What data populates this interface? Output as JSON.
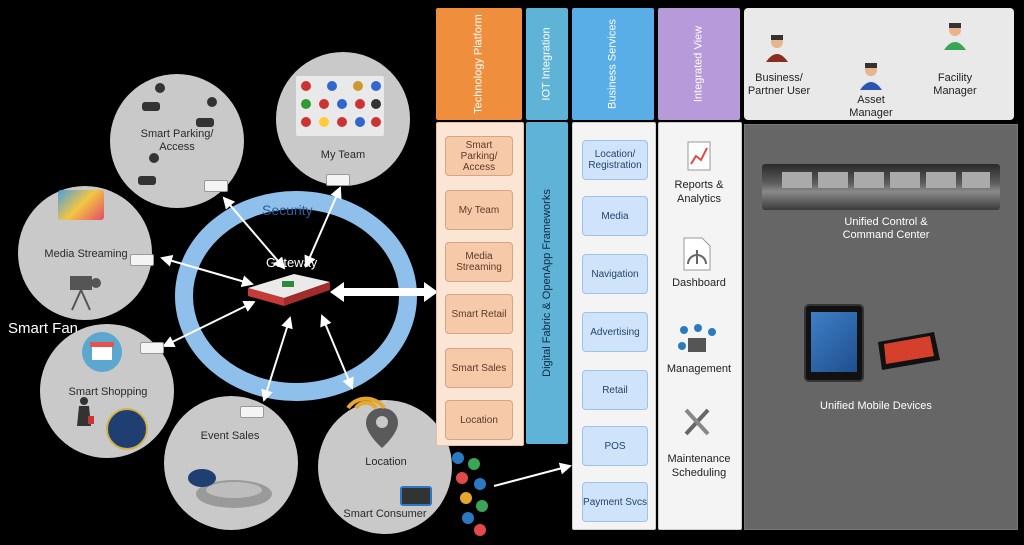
{
  "left": {
    "security_label": "Security",
    "gateway_label": "Gateway",
    "smart_fan_label": "Smart Fan",
    "circles": {
      "smart_parking": "Smart Parking/ Access",
      "my_team": "My Team",
      "media_streaming": "Media Streaming",
      "smart_shopping": "Smart Shopping",
      "event_sales": "Event Sales",
      "location": "Location",
      "smart_consumer": "Smart Consumer"
    }
  },
  "columns": {
    "technology_platform": {
      "header": "Technology Platform",
      "items": [
        "Smart Parking/ Access",
        "My Team",
        "Media Streaming",
        "Smart Retail",
        "Smart Sales",
        "Location"
      ]
    },
    "iot_integration": {
      "header": "IOT Integration",
      "body": "Digital Fabric & OpenApp Frameworks"
    },
    "business_services": {
      "header": "Business Services",
      "items": [
        "Location/ Registration",
        "Media",
        "Navigation",
        "Advertising",
        "Retail",
        "POS",
        "Payment Svcs"
      ]
    },
    "integrated_view": {
      "header": "Integrated View",
      "items": [
        "Reports & Analytics",
        "Dashboard",
        "Management",
        "Maintenance Scheduling"
      ]
    }
  },
  "users": {
    "business_partner": "Business/ Partner User",
    "asset_manager": "Asset Manager",
    "facility_manager": "Facility Manager"
  },
  "right_panel": {
    "control_center": "Unified Control & Command Center",
    "mobile_devices": "Unified Mobile Devices"
  },
  "colors": {
    "technology": "#ef8f3d",
    "iot": "#5eb3d6",
    "business": "#5aaee8",
    "integrated": "#b69ad9",
    "ring": "#8fc0ec"
  }
}
